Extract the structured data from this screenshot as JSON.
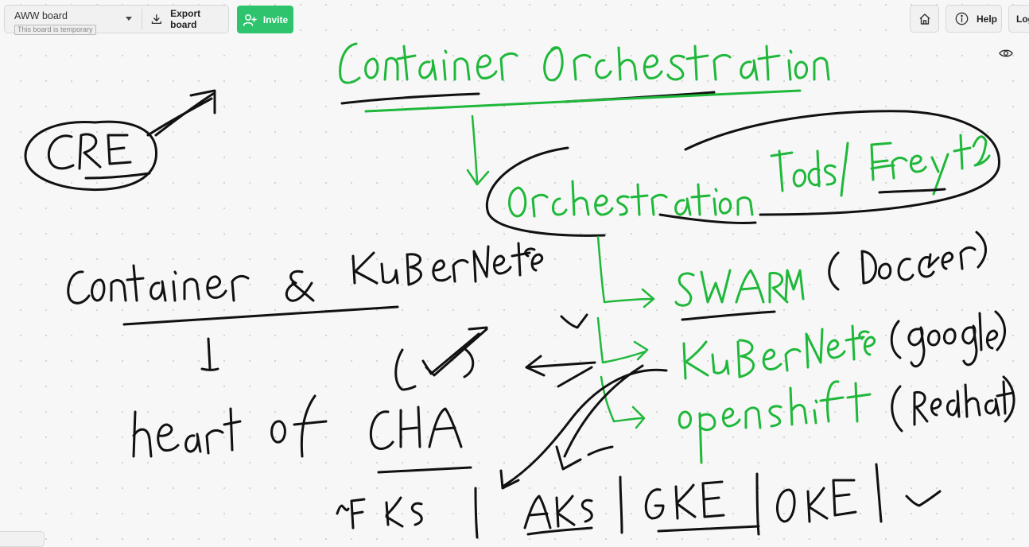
{
  "toolbar": {
    "board_name": "AWW board",
    "board_status": "This board is temporary",
    "export_label": "Export board",
    "invite_label": "Invite"
  },
  "top_right": {
    "help_label": "Help",
    "login_label": "Log"
  },
  "colors": {
    "ink_black": "#111111",
    "ink_green": "#1fb83a",
    "accent": "#2ec46d"
  },
  "icons": [
    "download-icon",
    "caret-down-icon",
    "add-user-icon",
    "home-icon",
    "info-icon",
    "eye-icon"
  ],
  "handwriting": {
    "title": "Container Orchestration",
    "cre": "CRE",
    "tools": "Orchestration Tools | Frey tool",
    "container_k8s": "Container & KuBerNetes",
    "heart": "heart of CHA",
    "swarm": "SWARM (Docker)",
    "kubernetes": "KuBerNetes (google)",
    "openshift": "openshift (Redhat)",
    "services": "EKS | AKS | GKE | OKE |"
  }
}
